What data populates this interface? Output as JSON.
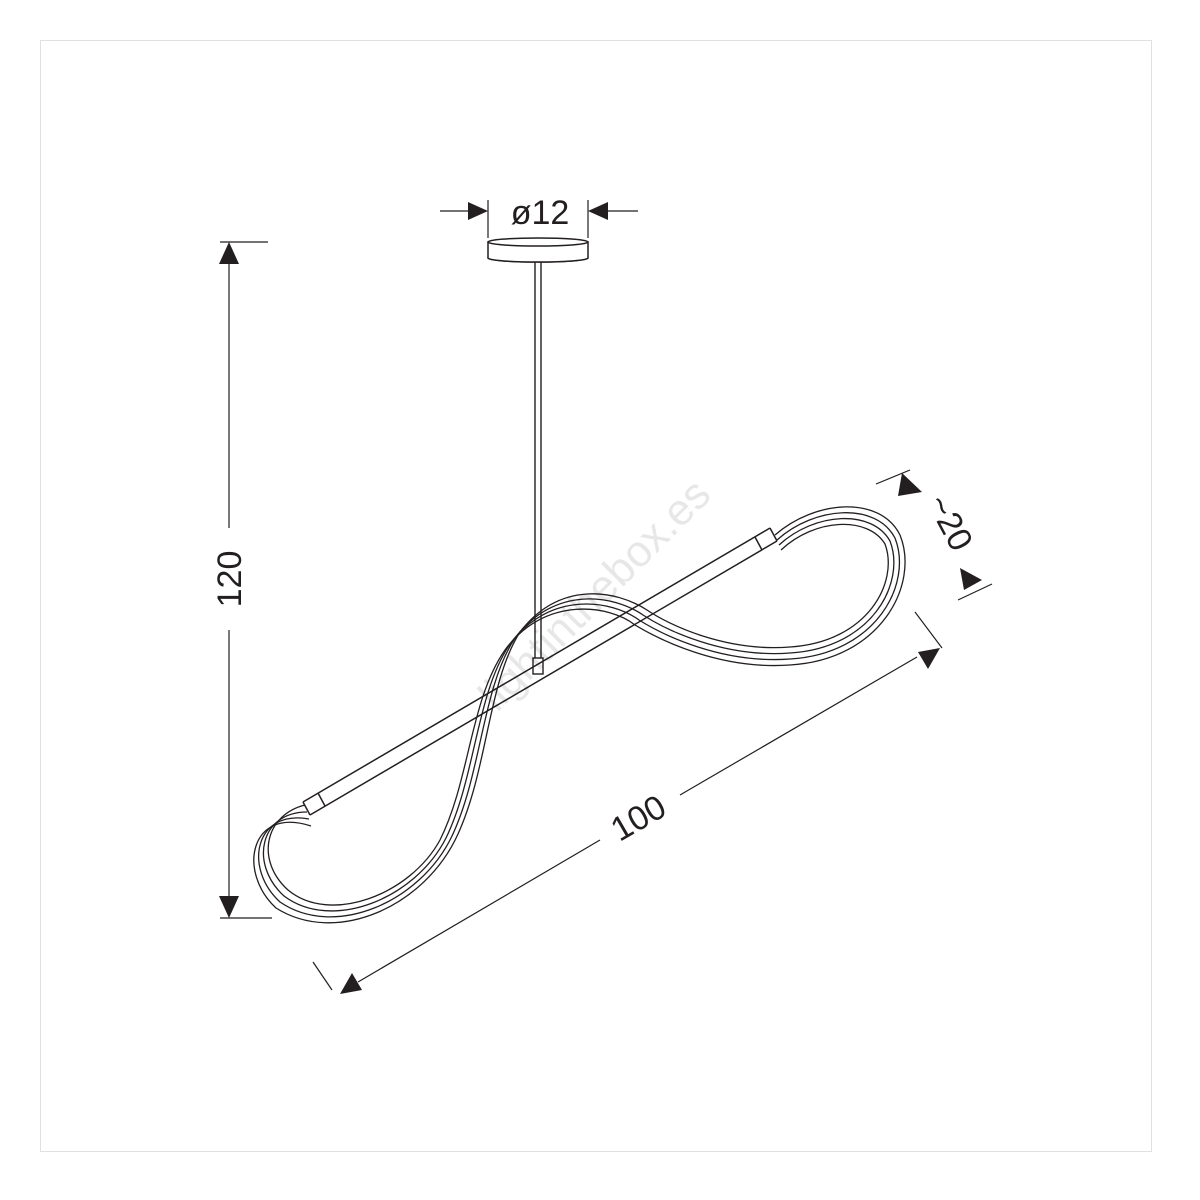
{
  "diagram": {
    "dimensions": {
      "canopy_diameter": "ø12",
      "height": "120",
      "length": "100",
      "depth": "~20"
    },
    "watermark": "lightinthebox.es"
  },
  "colors": {
    "line": "#231f20",
    "background": "#ffffff",
    "watermark": "#bdbdbd"
  }
}
